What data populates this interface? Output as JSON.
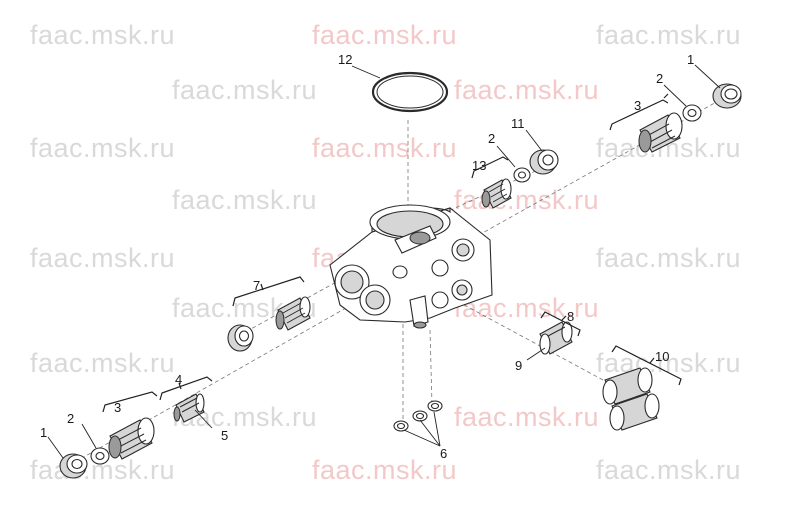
{
  "watermark": "faac.msk.ru",
  "callouts": {
    "c1_top": "1",
    "c2_top": "2",
    "c3_top": "3",
    "c11": "11",
    "c2_mid": "2",
    "c13": "13",
    "c12": "12",
    "c7": "7",
    "c4": "4",
    "c5": "5",
    "c3_bot": "3",
    "c2_bot": "2",
    "c1_bot": "1",
    "c8": "8",
    "c9": "9",
    "c10": "10",
    "c6": "6"
  },
  "colors": {
    "watermark_grey": "#d9d9d9",
    "watermark_red": "#f3c8c8",
    "line": "#2a2a2a"
  }
}
